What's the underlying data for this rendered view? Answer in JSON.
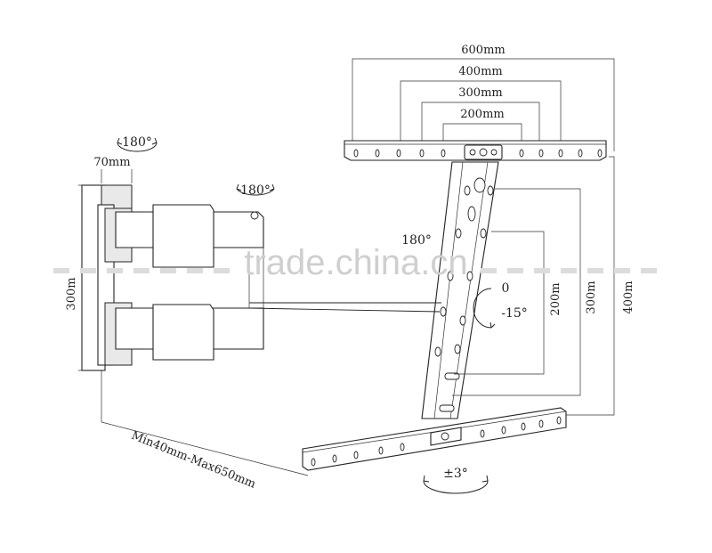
{
  "dimensions": {
    "width_600": "600mm",
    "width_400": "400mm",
    "width_300": "300mm",
    "width_200": "200mm",
    "plate_width": "70mm",
    "plate_height": "300m",
    "height_200": "200m",
    "height_300": "300m",
    "height_400": "400m",
    "extension": "Min40mm-Max650mm"
  },
  "angles": {
    "swivel_top": "180°",
    "swivel_arm": "180°",
    "swivel_bracket": "180°",
    "tilt_zero": "0",
    "tilt_min": "-15°",
    "level": "±3°"
  },
  "watermark": "trade.china.cn"
}
